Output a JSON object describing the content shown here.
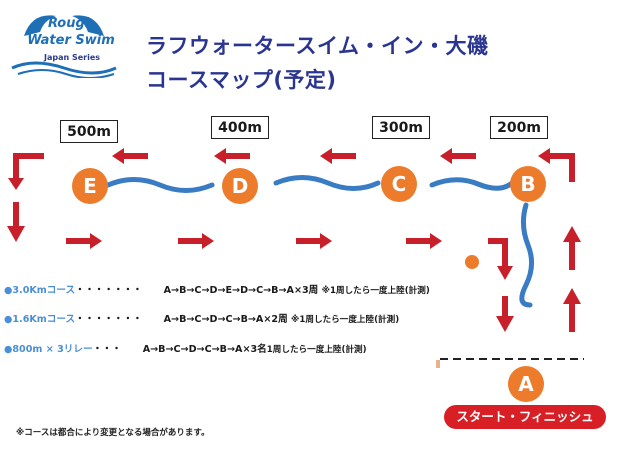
{
  "logo": {
    "line1": "Rough",
    "line2": "Water Swim",
    "line3": "Japan Series"
  },
  "title": {
    "line1": "ラフウォータースイム・イン・大磯",
    "line2": "コースマップ(予定)"
  },
  "distances": [
    "500m",
    "400m",
    "300m",
    "200m"
  ],
  "buoys": {
    "a": "A",
    "b": "B",
    "c": "C",
    "d": "D",
    "e": "E"
  },
  "courses": [
    {
      "dot": "●",
      "name": "3.0Kmコース",
      "leader": "・・・・・・・",
      "route": "A→B→C→D→E→D→C→B→A",
      "laps": "×3周",
      "note": "※1周したら一度上陸(計測)"
    },
    {
      "dot": "●",
      "name": "1.6Kmコース",
      "leader": "・・・・・・・",
      "route": "A→B→C→D→C→B→A",
      "laps": "×2周",
      "note": "※1周したら一度上陸(計測)"
    },
    {
      "dot": "●",
      "name": "800m × 3リレー",
      "leader": "・・・",
      "route": "A→B→C→D→C→B→A",
      "laps": "×3名",
      "note": "1周したら一度上陸(計測)"
    }
  ],
  "start_label": "スタート・フィニッシュ",
  "footnote": "※コースは都合により変更となる場合があります。",
  "colors": {
    "arrow": "#c8202a",
    "wave": "#3a7cc4",
    "buoy": "#ec7b2c",
    "title": "#2a3590"
  }
}
